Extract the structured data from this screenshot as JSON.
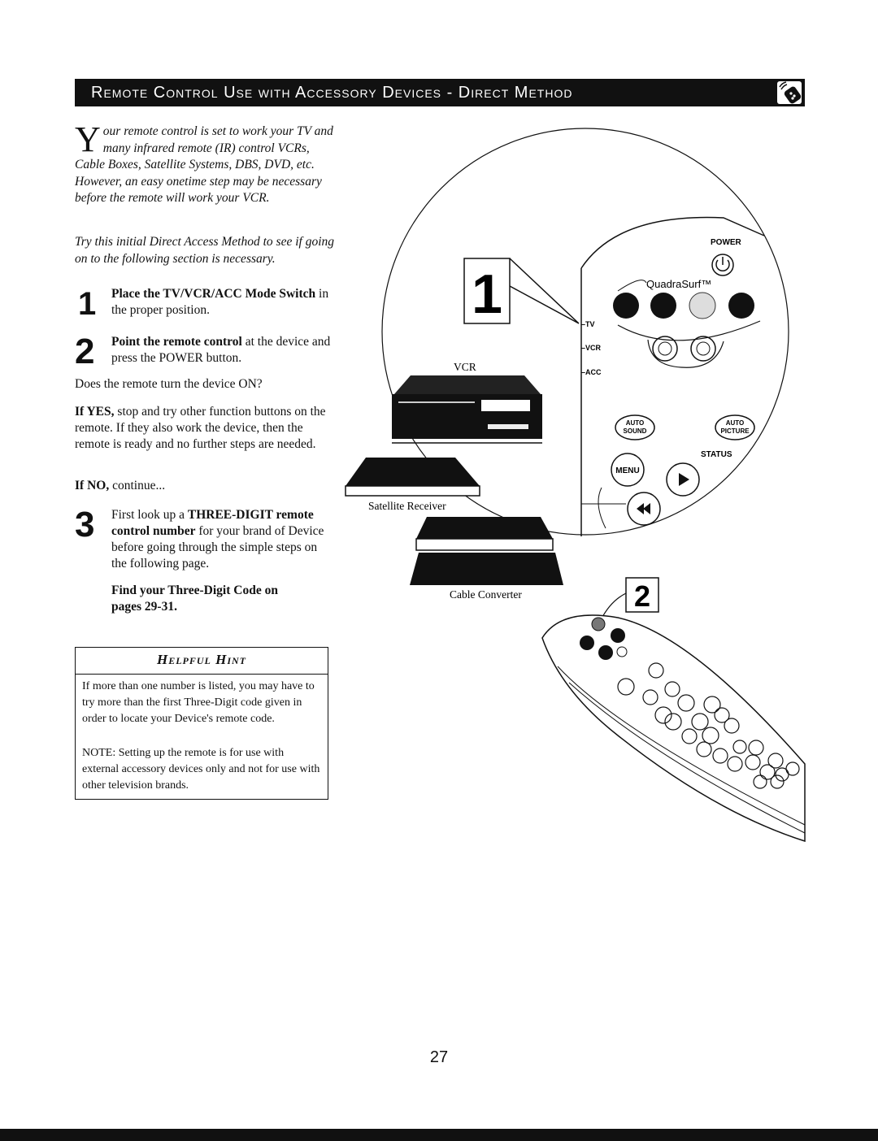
{
  "header": {
    "title": "Remote Control Use with Accessory Devices - Direct Method",
    "icon": "remote-signal-icon"
  },
  "intro": {
    "dropcap": "Y",
    "paragraph1": "our remote control is set to work your TV and many infrared remote (IR) control VCRs, Cable Boxes, Satellite Systems, DBS, DVD, etc. However, an easy onetime step may be necessary before the remote will work your VCR.",
    "paragraph2": "Try this initial Direct Access Method to see if going on to the following section is necessary."
  },
  "steps": [
    {
      "number": "1",
      "bold": "Place the TV/VCR/ACC Mode Switch",
      "text": " in the proper position."
    },
    {
      "number": "2",
      "bold": "Point the remote control",
      "text": " at the device and press the POWER button."
    }
  ],
  "question": "Does the remote turn the device ON?",
  "if_yes": {
    "label": "If YES,",
    "text": " stop and try other function buttons on the remote. If they also work the device, then the remote is ready and no further steps are needed."
  },
  "if_no": {
    "label": "If NO,",
    "text": " continue..."
  },
  "step3": {
    "number": "3",
    "pre": "First look up a ",
    "bold": "THREE-DIGIT remote control number",
    "text": " for your brand of Device before going through the simple steps on the following page."
  },
  "find_code": "Find your Three-Digit Code on pages 29-31.",
  "hint": {
    "title": "Helpful Hint",
    "paragraph1": "If more than one number is listed, you may have to try more than the first Three-Digit code given in order to locate your Device's remote code.",
    "paragraph2": "NOTE: Setting up the remote is for use with external accessory devices only and not for use with other television brands."
  },
  "illustration": {
    "callout1": "1",
    "callout2": "2",
    "vcr_label": "VCR",
    "satellite_label": "Satellite Receiver",
    "cable_label": "Cable Converter",
    "power_label": "POWER",
    "brand_label": "QuadraSurf™",
    "mode_tv": "TV",
    "mode_vcr": "VCR",
    "mode_acc": "ACC",
    "auto_sound_1": "AUTO",
    "auto_sound_2": "SOUND",
    "auto_picture_1": "AUTO",
    "auto_picture_2": "PICTURE",
    "status_label": "STATUS",
    "menu_label": "MENU"
  },
  "page_number": "27"
}
